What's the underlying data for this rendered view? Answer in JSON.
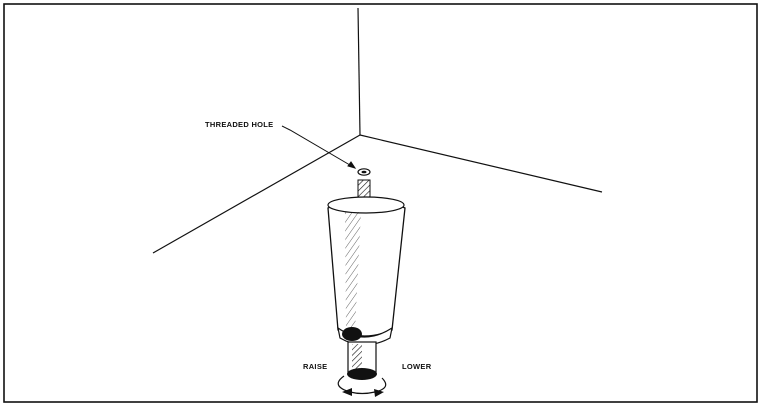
{
  "labels": {
    "threaded_hole": "THREADED HOLE",
    "raise": "RAISE",
    "lower": "LOWER"
  },
  "colors": {
    "ink": "#111111",
    "paper": "#ffffff"
  }
}
